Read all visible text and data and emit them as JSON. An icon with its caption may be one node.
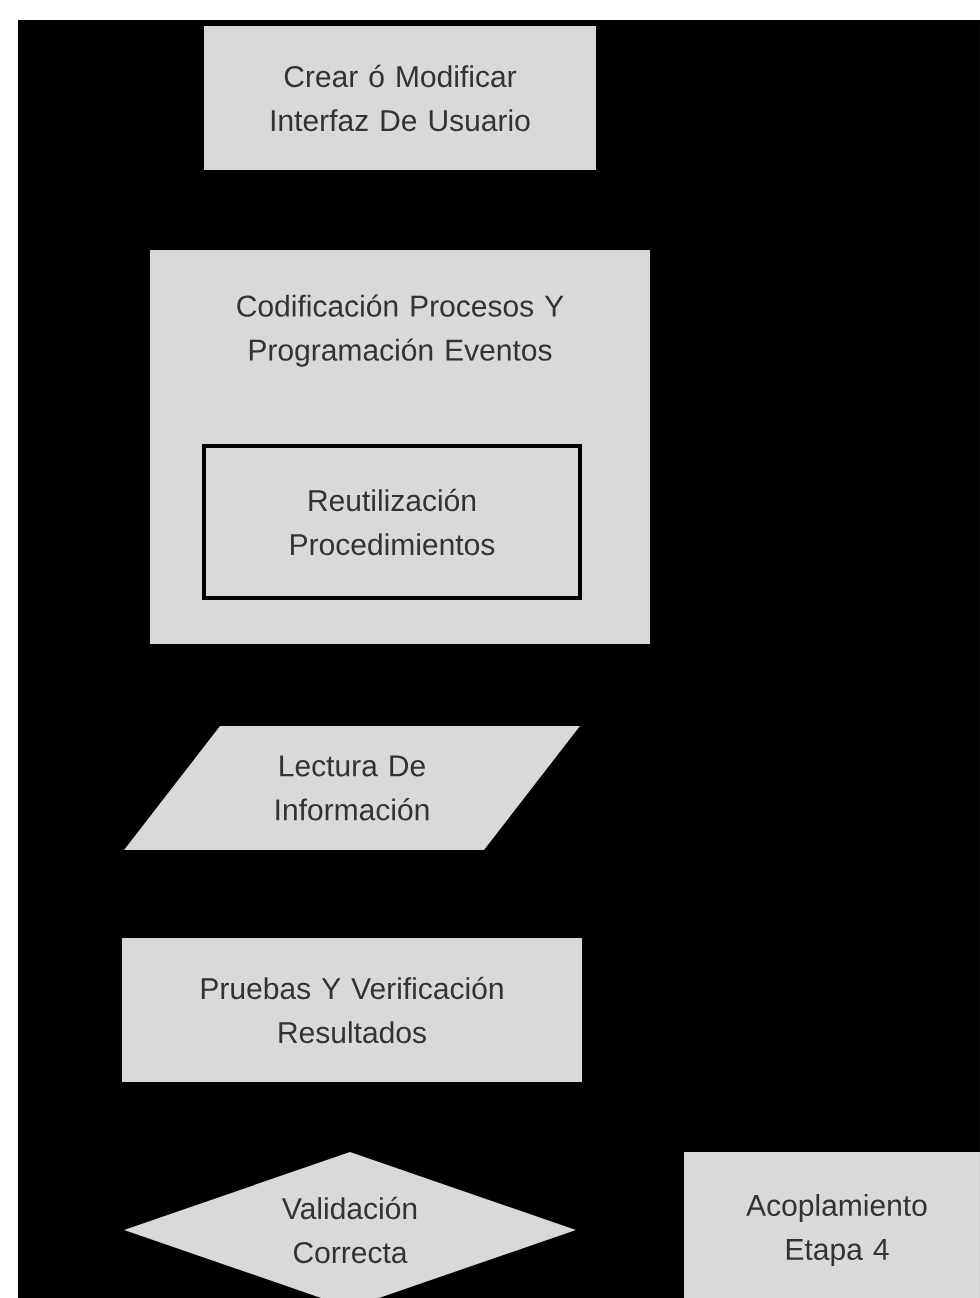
{
  "diagram": {
    "nodes": [
      {
        "text": [
          "Crear ó Modificar Interfaz De Usuario"
        ]
      },
      {
        "text": [
          "Codificación Procesos Y Programación Eventos"
        ]
      },
      {
        "text": [
          "Reutilización Procedimientos"
        ],
        "in": 1
      },
      {
        "text": [
          "Lectura De Información"
        ]
      },
      {
        "text": [
          "Pruebas Y Verificación Resultados"
        ]
      },
      {
        "text": [
          "Validación Correcta"
        ]
      },
      {
        "text": [
          "Acoplamiento Etapa 4"
        ]
      }
    ]
  }
}
